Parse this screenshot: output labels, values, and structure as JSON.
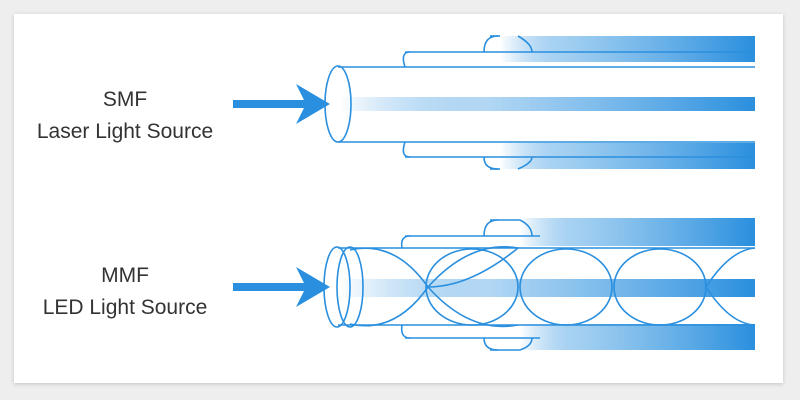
{
  "smf": {
    "line1": "SMF",
    "line2": "Laser Light Source"
  },
  "mmf": {
    "line1": "MMF",
    "line2": "LED Light Source"
  },
  "colors": {
    "fiber_blue": "#2a8fde",
    "outline": "#2a8fde",
    "text": "#333333"
  }
}
